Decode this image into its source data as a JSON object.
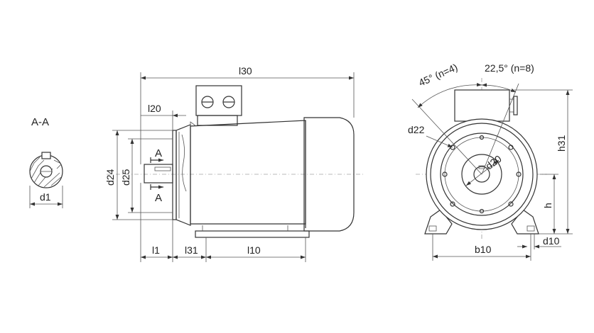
{
  "section": {
    "title": "A-A",
    "bore_label": "d1"
  },
  "side_view": {
    "labels": {
      "l30": "l30",
      "l20": "l20",
      "d24": "d24",
      "d25": "d25",
      "section_top": "A",
      "section_bottom": "A",
      "l1": "l1",
      "l31": "l31",
      "l10": "l10"
    }
  },
  "front_view": {
    "labels": {
      "angle_4": "45° (n=4)",
      "angle_8": "22,5° (n=8)",
      "d22": "d22",
      "d20": "d20",
      "h31": "h31",
      "h": "h",
      "b10": "b10",
      "d10": "d10"
    }
  },
  "colors": {
    "line": "#333333",
    "background": "#ffffff"
  }
}
